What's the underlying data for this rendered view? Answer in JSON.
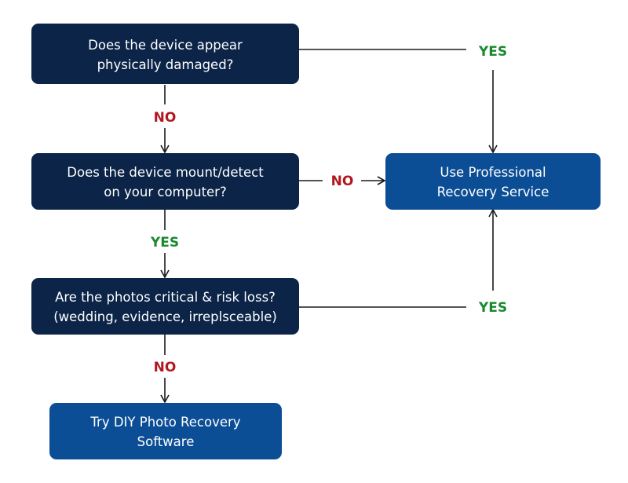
{
  "colors": {
    "question_box": "#0b2447",
    "outcome_box": "#0c4e96",
    "yes_label": "#1a8a2e",
    "no_label": "#b3171e",
    "connector": "#1a1a1a",
    "box_text": "#ffffff"
  },
  "nodes": {
    "q_damaged": [
      "Does the device appear",
      "physically damaged?"
    ],
    "q_mount": [
      "Does the device mount/detect",
      "on your computer?"
    ],
    "q_critical": [
      "Are the photos critical & risk loss?",
      "(wedding, evidence, irreplsceable)"
    ],
    "out_professional": [
      "Use Professional",
      "Recovery Service"
    ],
    "out_diy": [
      "Try DIY Photo Recovery",
      "Software"
    ]
  },
  "edges": {
    "damaged_to_professional": "YES",
    "damaged_to_mount": "NO",
    "mount_to_professional": "NO",
    "mount_to_critical": "YES",
    "critical_to_professional": "YES",
    "critical_to_diy": "NO"
  }
}
